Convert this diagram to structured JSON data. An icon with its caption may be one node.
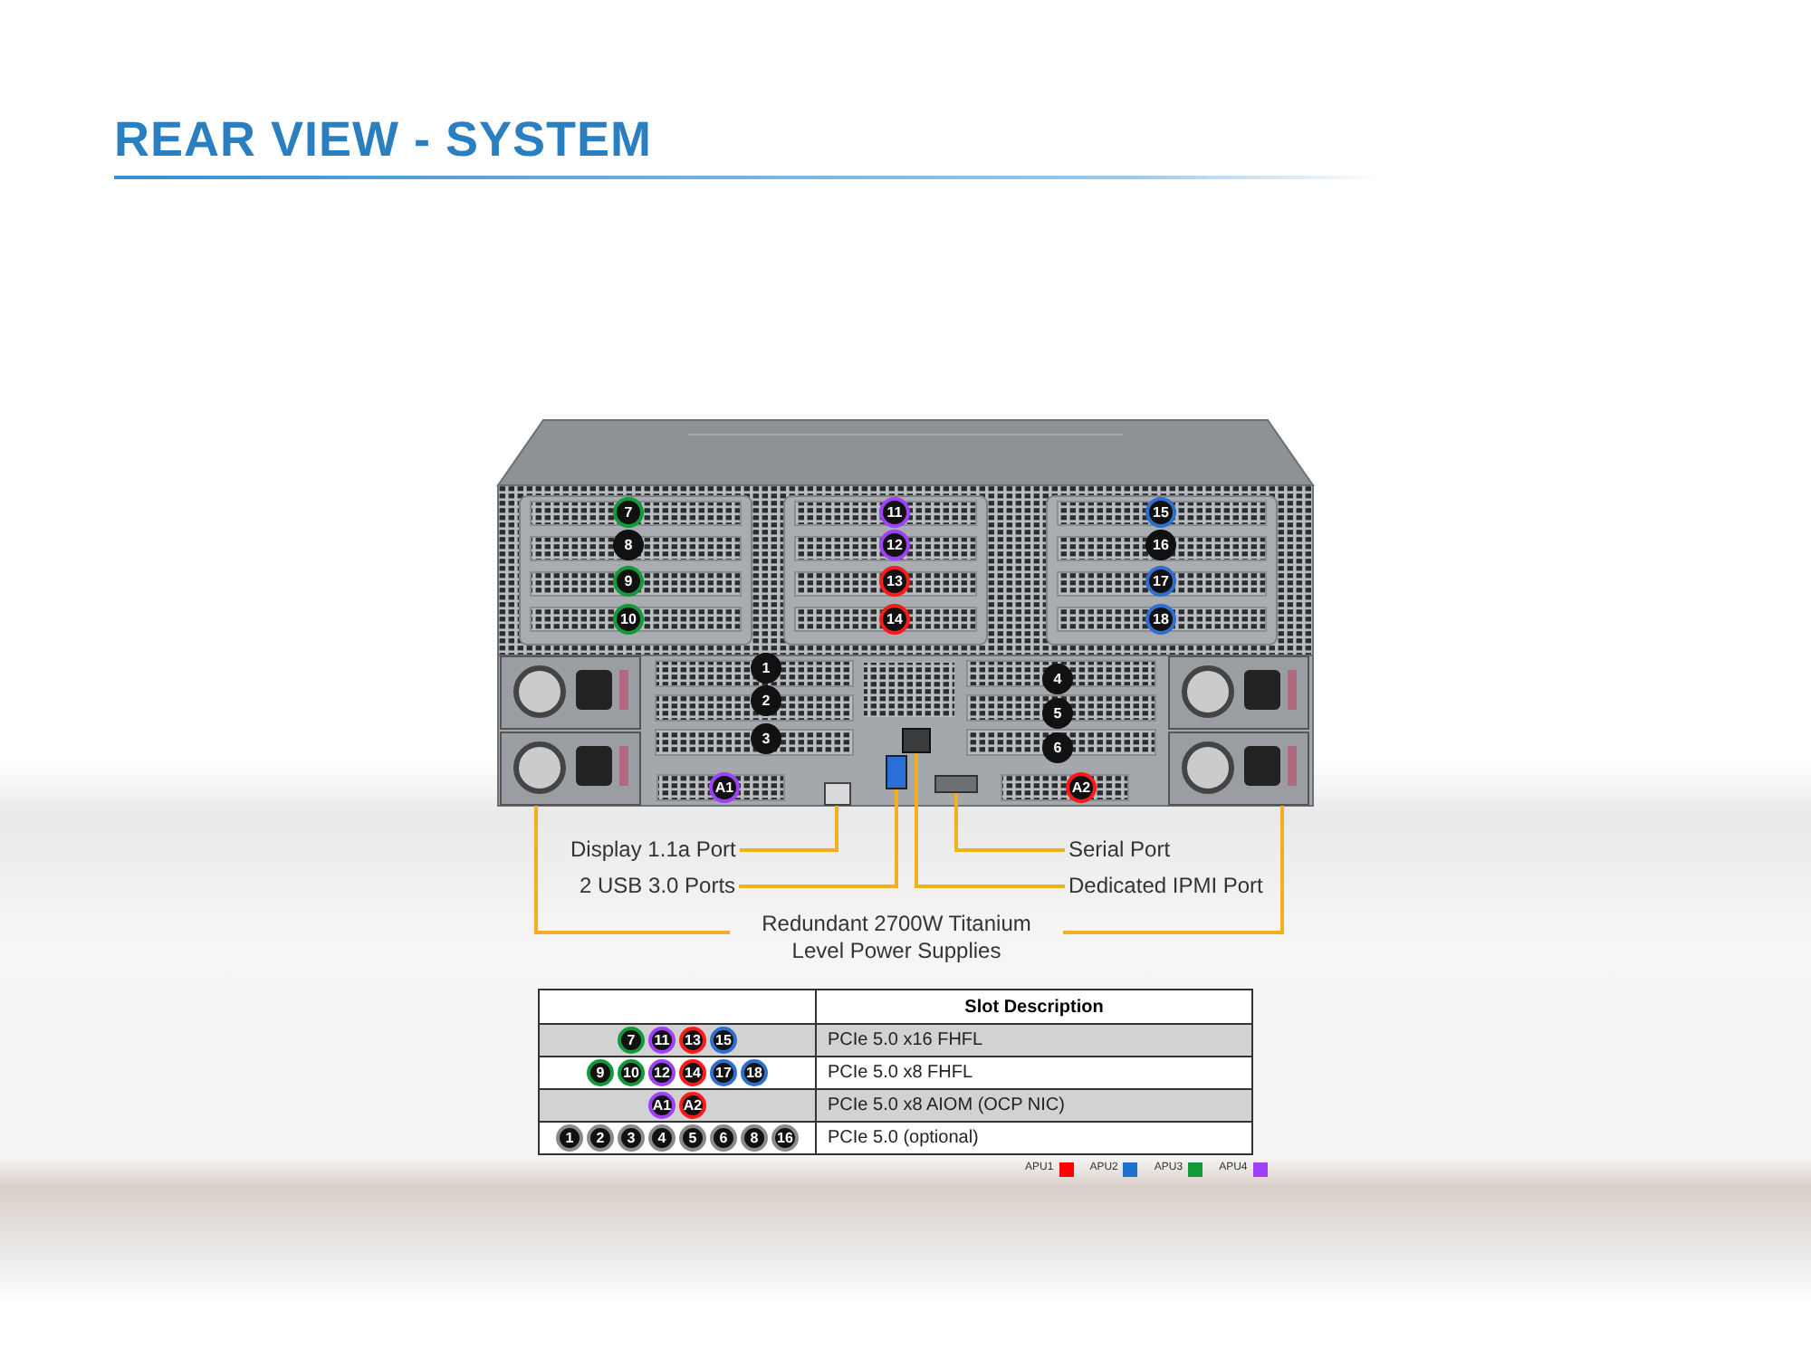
{
  "diagram": {
    "title": "REAR VIEW - SYSTEM",
    "nodes": [
      {
        "text": [
          "Display 1.1a Port"
        ]
      },
      {
        "text": [
          "2 USB 3.0 Ports"
        ]
      },
      {
        "text": [
          "Serial Port"
        ]
      },
      {
        "text": [
          "Dedicated IPMI Port"
        ]
      },
      {
        "text": [
          "Redundant 2700W Titanium Level Power Supplies"
        ]
      },
      {
        "text": [],
        "shape": "box"
      },
      {
        "text": [],
        "shape": "box"
      },
      {
        "text": [],
        "shape": "box"
      },
      {
        "text": [],
        "shape": "box"
      },
      {
        "text": [],
        "shape": "box"
      },
      {
        "text": [],
        "shape": "box"
      }
    ],
    "edges": [
      {
        "from": 0,
        "to": 5,
        "arrow": "none"
      },
      {
        "from": 1,
        "to": 6,
        "arrow": "none"
      },
      {
        "from": 2,
        "to": 7,
        "arrow": "none"
      },
      {
        "from": 3,
        "to": 8,
        "arrow": "none"
      },
      {
        "from": 4,
        "to": 9,
        "arrow": "none"
      },
      {
        "from": 4,
        "to": 10,
        "arrow": "none"
      }
    ],
    "labels": [
      "7",
      "11",
      "15",
      "8",
      "12",
      "16",
      "9",
      "13",
      "17",
      "10",
      "14",
      "18",
      "1",
      "4",
      "2",
      "5",
      "3",
      "6",
      "A1",
      "A2",
      "Slot Description",
      "7",
      "11",
      "13",
      "15",
      "PCIe 5.0 x16 FHFL",
      "9",
      "10",
      "12",
      "14",
      "17",
      "18",
      "PCIe 5.0 x8 FHFL",
      "A1",
      "A2",
      "PCIe 5.0 x8 AIOM (OCP NIC)",
      "1",
      "2",
      "3",
      "4",
      "5",
      "6",
      "8",
      "16",
      "PCIe 5.0 (optional)"
    ],
    "legend": [
      {
        "text": "APU1",
        "color": "#ff0000"
      },
      {
        "text": "APU2",
        "color": "#1f6fd0"
      },
      {
        "text": "APU3",
        "color": "#129a3a"
      },
      {
        "text": "APU4",
        "color": "#a040ff"
      }
    ]
  }
}
